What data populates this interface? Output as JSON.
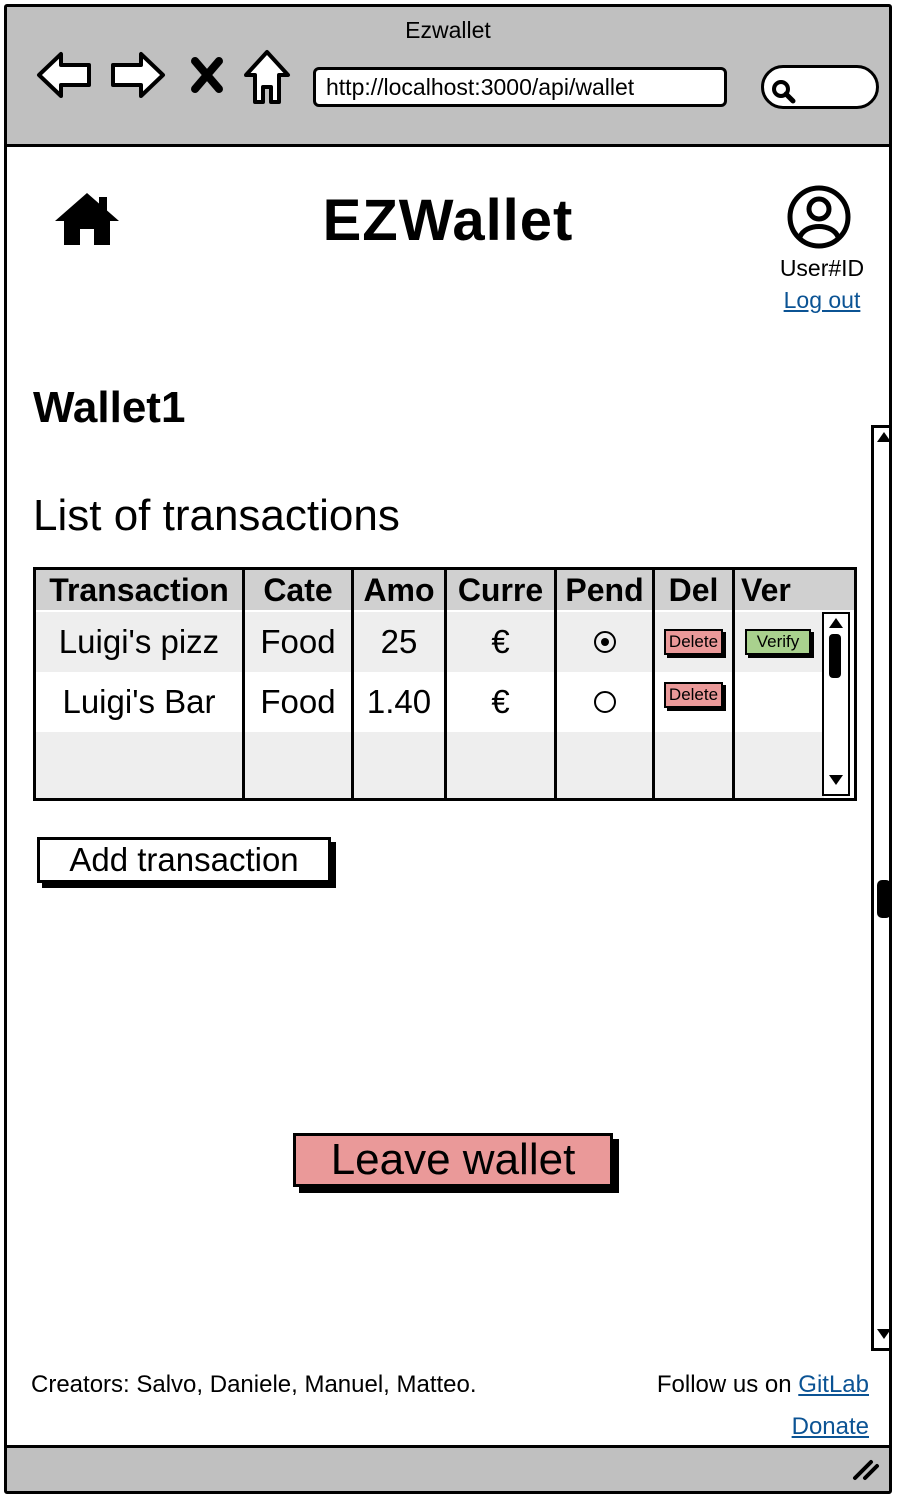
{
  "browser": {
    "title": "Ezwallet",
    "url": "http://localhost:3000/api/wallet"
  },
  "header": {
    "app_title": "EZWallet",
    "user_id": "User#ID",
    "logout_label": "Log out"
  },
  "wallet": {
    "name": "Wallet1",
    "list_title": "List of transactions"
  },
  "table": {
    "headers": [
      "Transaction",
      "Cate",
      "Amo",
      "Curre",
      "Pend",
      "Del",
      "Ver"
    ],
    "rows": [
      {
        "transaction": "Luigi's pizz",
        "category": "Food",
        "amount": "25",
        "currency": "€",
        "pending": true,
        "delete_label": "Delete",
        "verify_label": "Verify"
      },
      {
        "transaction": "Luigi's Bar",
        "category": "Food",
        "amount": "1.40",
        "currency": "€",
        "pending": false,
        "delete_label": "Delete"
      }
    ]
  },
  "actions": {
    "add_transaction_label": "Add transaction",
    "leave_wallet_label": "Leave wallet"
  },
  "footer": {
    "creators_text": "Creators: Salvo, Daniele, Manuel, Matteo.",
    "follow_prefix": "Follow us on ",
    "gitlab_label": "GitLab",
    "donate_label": "Donate"
  },
  "colors": {
    "chrome": "#c0c0c0",
    "delete_button": "#ea9999",
    "verify_button": "#a9d18e",
    "leave_button": "#ea9999",
    "link": "#0b5394",
    "table_header": "#d0d0d0",
    "row_alt": "#eeeeee"
  },
  "icons": [
    "back-arrow-icon",
    "forward-arrow-icon",
    "stop-icon",
    "browser-home-icon",
    "search-icon",
    "home-icon",
    "user-account-icon",
    "resize-grip-icon"
  ]
}
